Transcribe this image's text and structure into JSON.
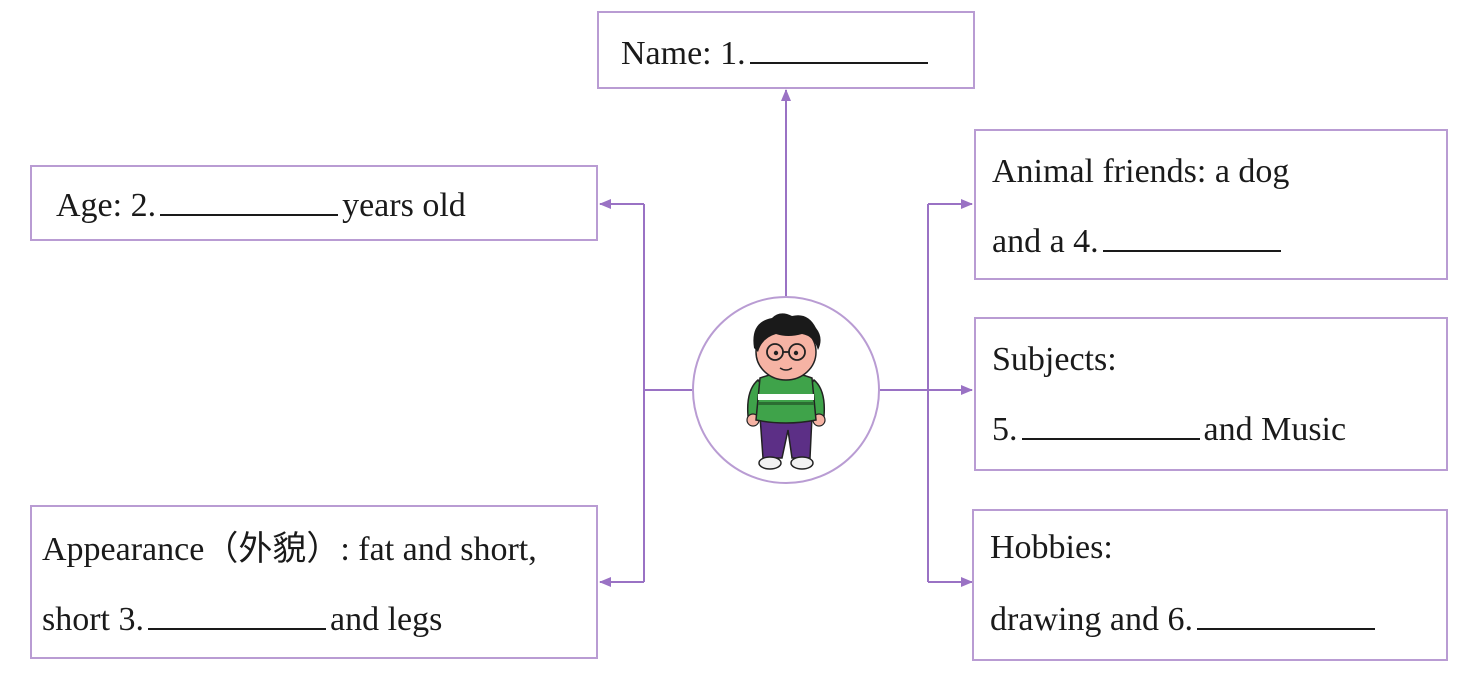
{
  "name_box": {
    "label": "Name: 1."
  },
  "age_box": {
    "prefix": "Age: 2.",
    "suffix": "years old"
  },
  "appearance_box": {
    "line1": "Appearance（外貌）: fat and short,",
    "line2_prefix": "short 3.",
    "line2_suffix": "and legs"
  },
  "animal_box": {
    "line1": "Animal friends: a dog",
    "line2_prefix": "and a 4."
  },
  "subjects_box": {
    "line1": "Subjects:",
    "line2_prefix": "5.",
    "line2_suffix": "and Music"
  },
  "hobbies_box": {
    "line1": "Hobbies:",
    "line2_prefix": "drawing and 6."
  },
  "colors": {
    "border": "#b99cd3",
    "connector": "#9a72c4",
    "shirt": "#3fa34a",
    "pants": "#5c2f86",
    "skin": "#f6b3a4",
    "hair": "#1a1a1a"
  }
}
